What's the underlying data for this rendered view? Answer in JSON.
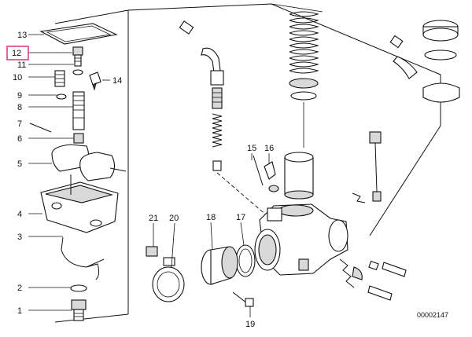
{
  "diagram": {
    "document_number": "00002147",
    "highlight_color": "#d6337a",
    "highlighted_callout": "12",
    "callouts": [
      "1",
      "2",
      "3",
      "4",
      "5",
      "6",
      "7",
      "8",
      "9",
      "10",
      "11",
      "12",
      "13",
      "14",
      "15",
      "16",
      "17",
      "18",
      "19",
      "20",
      "21"
    ]
  }
}
